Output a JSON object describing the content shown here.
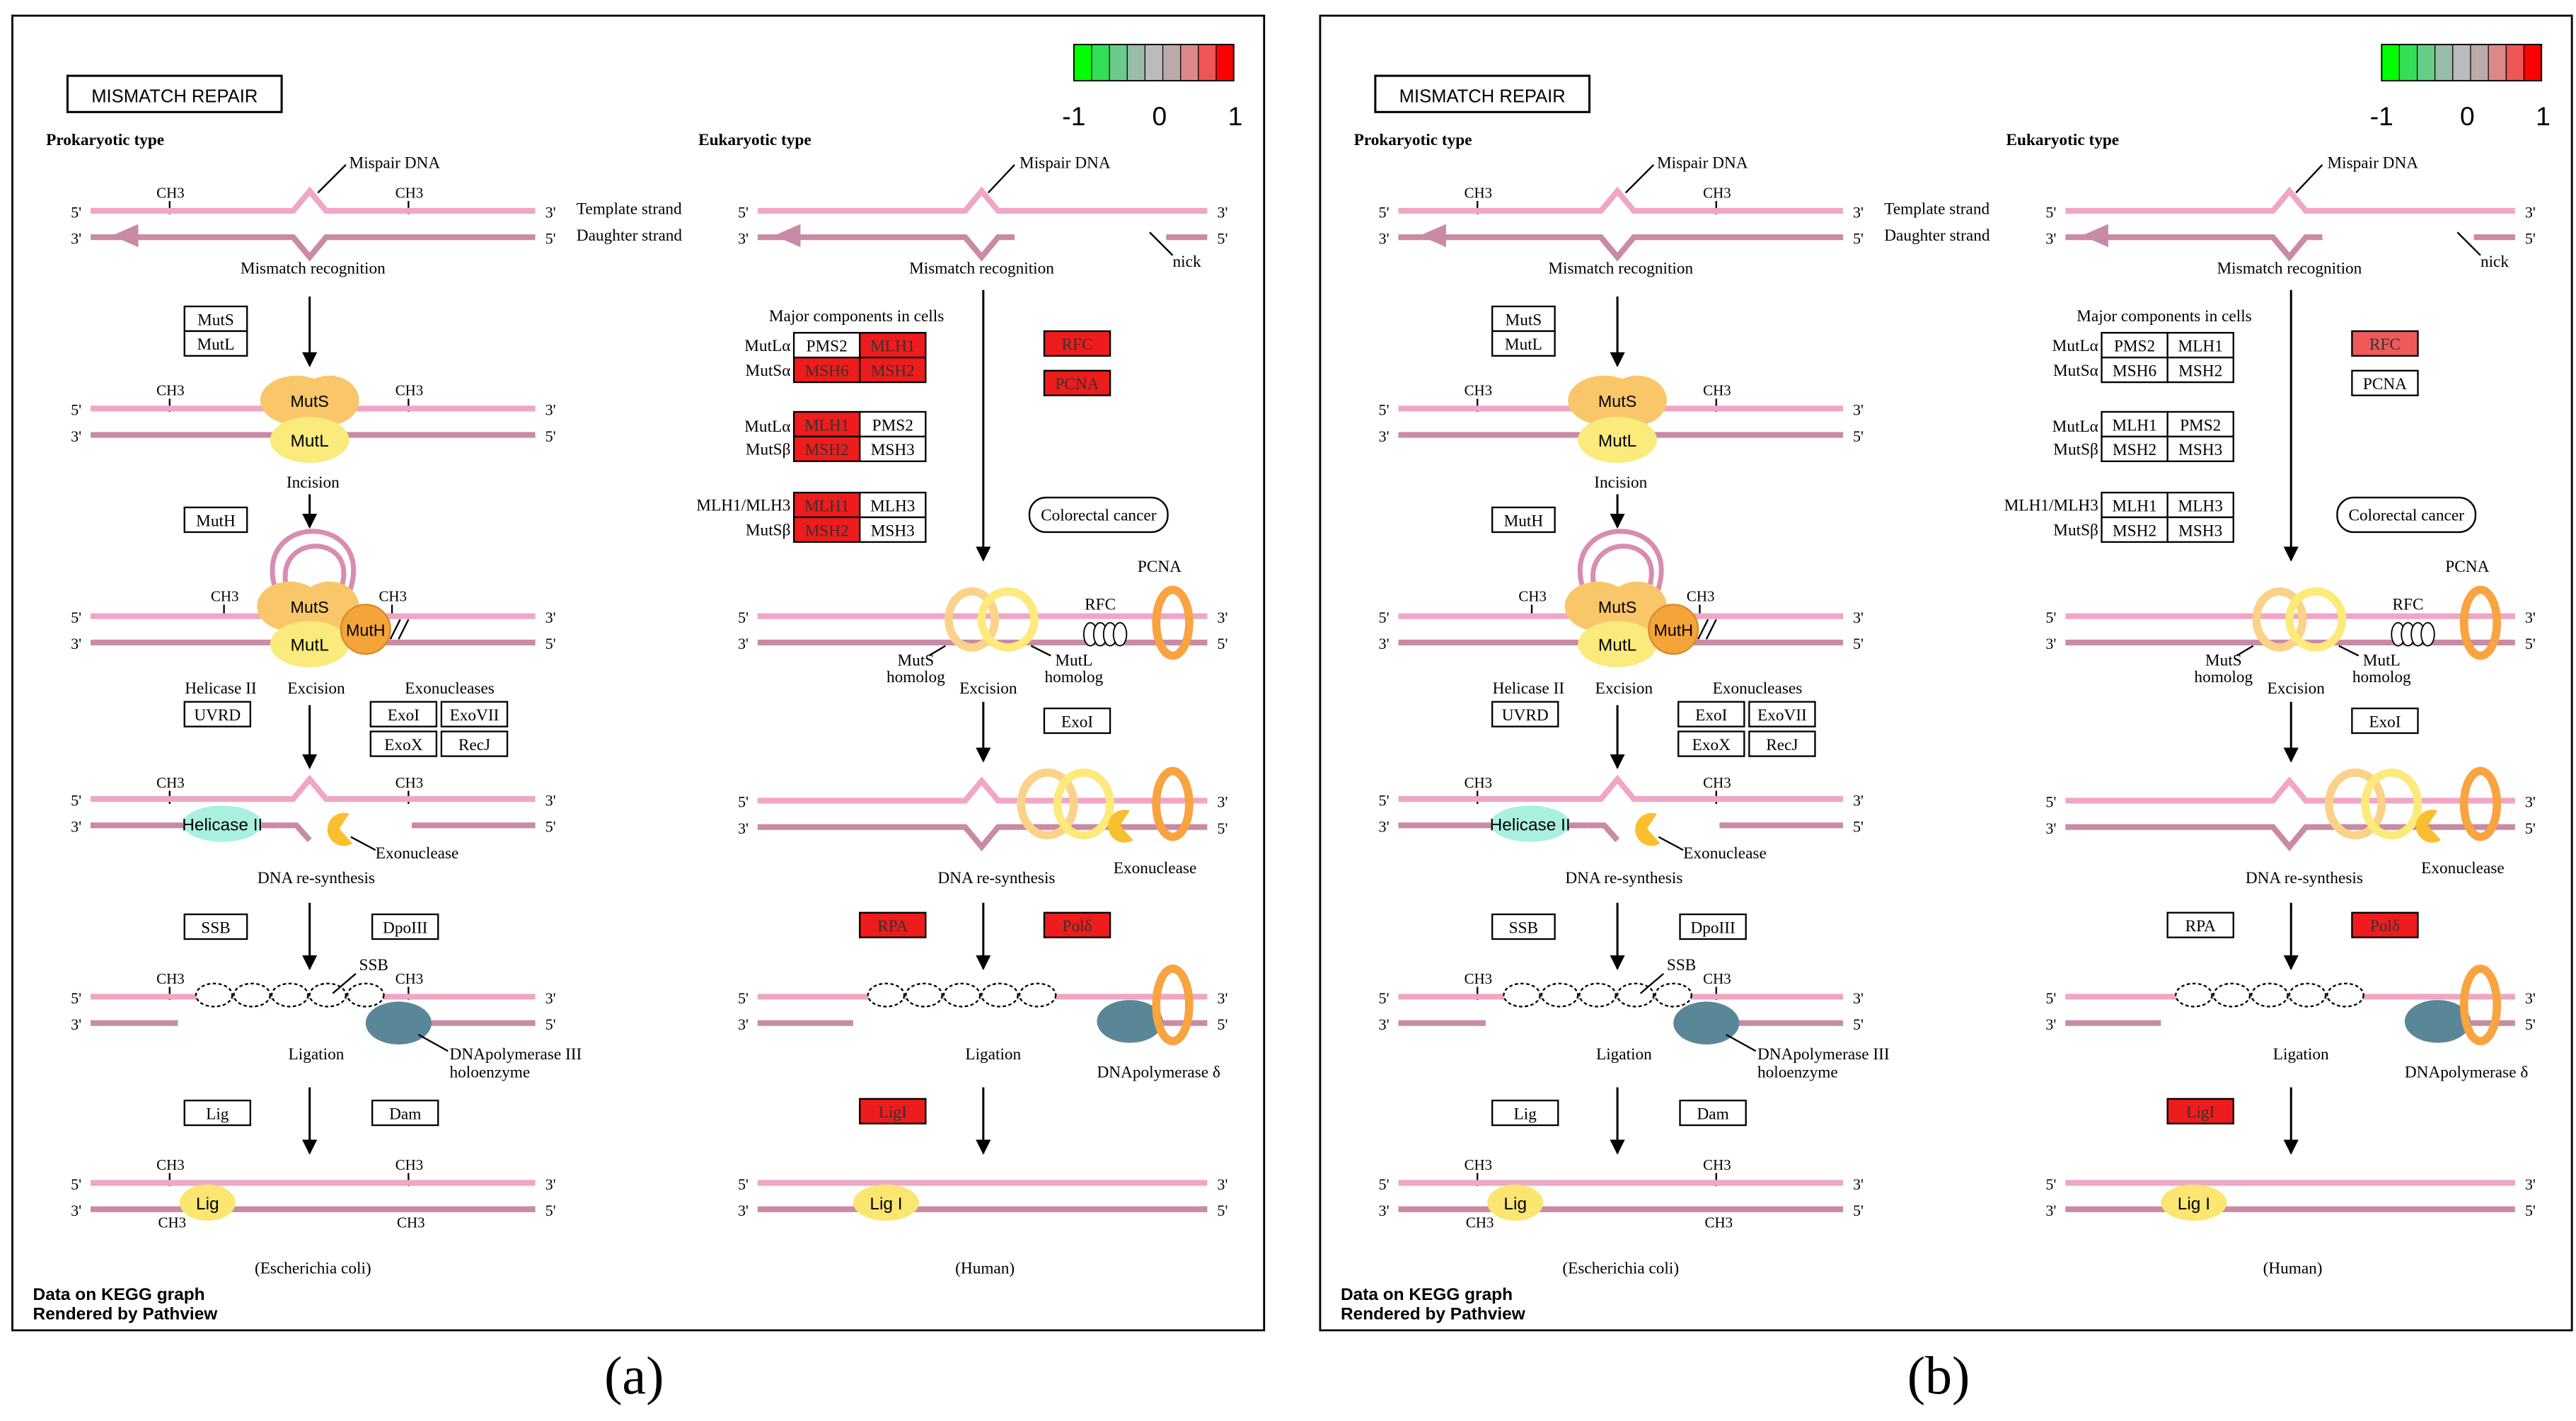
{
  "panels": [
    {
      "id": "a",
      "caption": "(a)",
      "title": "MISMATCH REPAIR",
      "footer": [
        "Data on KEGG graph",
        "Rendered by Pathview"
      ],
      "colorkey": {
        "ticks": [
          "-1",
          "0",
          "1"
        ],
        "colors": [
          "#00ff00",
          "#33dd55",
          "#66cc88",
          "#99bbaa",
          "#bbbbbb",
          "#bbaaaa",
          "#dd8888",
          "#ee5555",
          "#ff0000"
        ]
      },
      "prok": {
        "heading": "Prokaryotic type",
        "mispair": "Mispair DNA",
        "template": "Template strand",
        "daughter": "Daughter strand",
        "recog": "Mismatch recognition",
        "incision": "Incision",
        "excision": "Excision",
        "resynth": "DNA re-synthesis",
        "ligation": "Ligation",
        "organism": "(Escherichia coli)",
        "helicase_label": "Helicase II",
        "exonucleases": "Exonucleases",
        "exonuclease": "Exonuclease",
        "ssb": "SSB",
        "dnapol": "DNApolymerase III",
        "holo": "holoenzyme",
        "ch3": "CH3",
        "five": "5'",
        "three": "3'"
      },
      "euk": {
        "heading": "Eukaryotic type",
        "mispair": "Mispair DNA",
        "nick": "nick",
        "recog": "Mismatch recognition",
        "major": "Major components in cells",
        "colorectal": "Colorectal cancer",
        "pcna_label": "PCNA",
        "rfc_label": "RFC",
        "muts_h": "MutS",
        "mutl_h": "MutL",
        "homolog": "homolog",
        "excision": "Excision",
        "exonuclease": "Exonuclease",
        "resynth": "DNA re-synthesis",
        "ligation": "Ligation",
        "dnapol": "DNApolymerase δ",
        "ligI": "Lig I",
        "organism": "(Human)"
      },
      "shapes": {
        "MutS": "MutS",
        "MutL": "MutL",
        "MutH": "MutH",
        "Lig": "Lig",
        "Helicase": "Helicase II"
      },
      "genes": {
        "MutS": {
          "label": "MutS",
          "hl": false
        },
        "MutL": {
          "label": "MutL",
          "hl": false
        },
        "MutH": {
          "label": "MutH",
          "hl": false
        },
        "UVRD": {
          "label": "UVRD",
          "hl": false
        },
        "ExoI": {
          "label": "ExoI",
          "hl": false
        },
        "ExoVII": {
          "label": "ExoVII",
          "hl": false
        },
        "ExoX": {
          "label": "ExoX",
          "hl": false
        },
        "RecJ": {
          "label": "RecJ",
          "hl": false
        },
        "SSB": {
          "label": "SSB",
          "hl": false
        },
        "DpoIII": {
          "label": "DpoIII",
          "hl": false
        },
        "Lig": {
          "label": "Lig",
          "hl": false
        },
        "Dam": {
          "label": "Dam",
          "hl": false
        },
        "g1a": {
          "label": "PMS2",
          "hl": false
        },
        "g1b": {
          "label": "MLH1",
          "hl": true
        },
        "g1c": {
          "label": "MSH6",
          "hl": true
        },
        "g1d": {
          "label": "MSH2",
          "hl": true
        },
        "g2a": {
          "label": "MLH1",
          "hl": true
        },
        "g2b": {
          "label": "PMS2",
          "hl": false
        },
        "g2c": {
          "label": "MSH2",
          "hl": true
        },
        "g2d": {
          "label": "MSH3",
          "hl": false
        },
        "g3a": {
          "label": "MLH1",
          "hl": true
        },
        "g3b": {
          "label": "MLH3",
          "hl": false
        },
        "g3c": {
          "label": "MSH2",
          "hl": true
        },
        "g3d": {
          "label": "MSH3",
          "hl": false
        },
        "RFC": {
          "label": "RFC",
          "hl": true
        },
        "PCNA": {
          "label": "PCNA",
          "hl": true
        },
        "ExoI_e": {
          "label": "ExoI",
          "hl": false
        },
        "RPA": {
          "label": "RPA",
          "hl": true
        },
        "Pold": {
          "label": "Polδ",
          "hl": true
        },
        "LigI": {
          "label": "LigI",
          "hl": true
        }
      },
      "rowlabels": {
        "r1a": "MutLα",
        "r1b": "MutSα",
        "r2a": "MutLα",
        "r2b": "MutSβ",
        "r3a": "MLH1/MLH3",
        "r3b": "MutSβ"
      }
    },
    {
      "id": "b",
      "caption": "(b)",
      "title": "MISMATCH REPAIR",
      "footer": [
        "Data on KEGG graph",
        "Rendered by Pathview"
      ],
      "colorkey": {
        "ticks": [
          "-1",
          "0",
          "1"
        ],
        "colors": [
          "#00ff00",
          "#33dd55",
          "#66cc88",
          "#99bbaa",
          "#bbbbbb",
          "#bbaaaa",
          "#dd8888",
          "#ee5555",
          "#ff0000"
        ]
      },
      "prok": {
        "heading": "Prokaryotic type",
        "mispair": "Mispair DNA",
        "template": "Template strand",
        "daughter": "Daughter strand",
        "recog": "Mismatch recognition",
        "incision": "Incision",
        "excision": "Excision",
        "resynth": "DNA re-synthesis",
        "ligation": "Ligation",
        "organism": "(Escherichia coli)",
        "helicase_label": "Helicase II",
        "exonucleases": "Exonucleases",
        "exonuclease": "Exonuclease",
        "ssb": "SSB",
        "dnapol": "DNApolymerase III",
        "holo": "holoenzyme",
        "ch3": "CH3",
        "five": "5'",
        "three": "3'"
      },
      "euk": {
        "heading": "Eukaryotic type",
        "mispair": "Mispair DNA",
        "nick": "nick",
        "recog": "Mismatch recognition",
        "major": "Major components in cells",
        "colorectal": "Colorectal cancer",
        "pcna_label": "PCNA",
        "rfc_label": "RFC",
        "muts_h": "MutS",
        "mutl_h": "MutL",
        "homolog": "homolog",
        "excision": "Excision",
        "exonuclease": "Exonuclease",
        "resynth": "DNA re-synthesis",
        "ligation": "Ligation",
        "dnapol": "DNApolymerase δ",
        "ligI": "Lig I",
        "organism": "(Human)"
      },
      "shapes": {
        "MutS": "MutS",
        "MutL": "MutL",
        "MutH": "MutH",
        "Lig": "Lig",
        "Helicase": "Helicase II"
      },
      "genes": {
        "MutS": {
          "label": "MutS",
          "hl": false
        },
        "MutL": {
          "label": "MutL",
          "hl": false
        },
        "MutH": {
          "label": "MutH",
          "hl": false
        },
        "UVRD": {
          "label": "UVRD",
          "hl": false
        },
        "ExoI": {
          "label": "ExoI",
          "hl": false
        },
        "ExoVII": {
          "label": "ExoVII",
          "hl": false
        },
        "ExoX": {
          "label": "ExoX",
          "hl": false
        },
        "RecJ": {
          "label": "RecJ",
          "hl": false
        },
        "SSB": {
          "label": "SSB",
          "hl": false
        },
        "DpoIII": {
          "label": "DpoIII",
          "hl": false
        },
        "Lig": {
          "label": "Lig",
          "hl": false
        },
        "Dam": {
          "label": "Dam",
          "hl": false
        },
        "g1a": {
          "label": "PMS2",
          "hl": false
        },
        "g1b": {
          "label": "MLH1",
          "hl": false
        },
        "g1c": {
          "label": "MSH6",
          "hl": false
        },
        "g1d": {
          "label": "MSH2",
          "hl": false
        },
        "g2a": {
          "label": "MLH1",
          "hl": false
        },
        "g2b": {
          "label": "PMS2",
          "hl": false
        },
        "g2c": {
          "label": "MSH2",
          "hl": false
        },
        "g2d": {
          "label": "MSH3",
          "hl": false
        },
        "g3a": {
          "label": "MLH1",
          "hl": false
        },
        "g3b": {
          "label": "MLH3",
          "hl": false
        },
        "g3c": {
          "label": "MSH2",
          "hl": false
        },
        "g3d": {
          "label": "MSH3",
          "hl": false
        },
        "RFC": {
          "label": "RFC",
          "hl": "soft"
        },
        "PCNA": {
          "label": "PCNA",
          "hl": false
        },
        "ExoI_e": {
          "label": "ExoI",
          "hl": false
        },
        "RPA": {
          "label": "RPA",
          "hl": false
        },
        "Pold": {
          "label": "Polδ",
          "hl": true
        },
        "LigI": {
          "label": "LigI",
          "hl": true
        }
      },
      "rowlabels": {
        "r1a": "MutLα",
        "r1b": "MutSα",
        "r2a": "MutLα",
        "r2b": "MutSβ",
        "r3a": "MLH1/MLH3",
        "r3b": "MutSβ"
      }
    }
  ]
}
